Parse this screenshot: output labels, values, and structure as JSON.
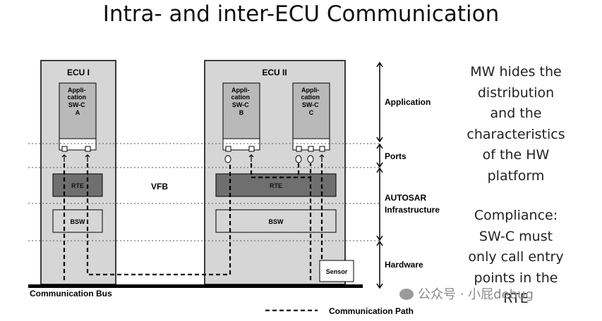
{
  "title": "Intra- and inter-ECU Communication",
  "ecu1": {
    "label": "ECU I",
    "swc": "Appli-\ncation\nSW-C\nA",
    "rte": "RTE",
    "bsw": "BSW"
  },
  "ecu2": {
    "label": "ECU II",
    "swc_b": "Appli-\ncation\nSW-C\nB",
    "swc_c": "Appli-\ncation\nSW-C\nC",
    "rte": "RTE",
    "bsw": "BSW"
  },
  "vfb": "VFB",
  "sensor": "Sensor",
  "layers": {
    "application": "Application",
    "ports": "Ports",
    "autosar_1": "AUTOSAR",
    "autosar_2": "Infrastructure",
    "hardware": "Hardware"
  },
  "bus_label": "Communication Bus",
  "legend_label": "Communication Path",
  "notes": {
    "note1": "MW hides the\ndistribution\nand the\ncharacteristics\nof the HW\nplatform",
    "note2": "Compliance:\nSW-C must\nonly call entry\npoints in the\nRTE"
  },
  "watermark": "公众号 · 小屁debug",
  "colors": {
    "ecu_fill": "#d6d6d6",
    "swc_fill": "#b9b9b9",
    "rte_fill": "#6f6f6f",
    "line": "#000000"
  }
}
